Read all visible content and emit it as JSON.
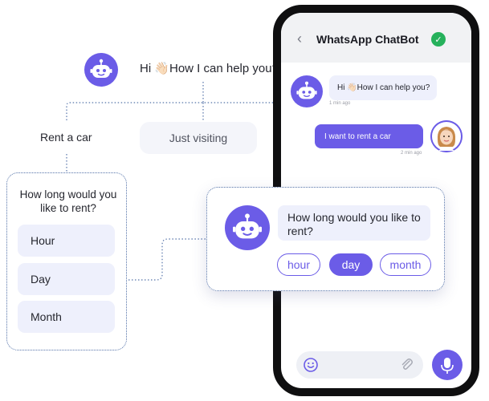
{
  "flow": {
    "greeting": "Hi 👋🏻How I can help you?",
    "rent_label": "Rent a car",
    "visiting_label": "Just visiting",
    "question": "How long would you like to rent?",
    "options": [
      "Hour",
      "Day",
      "Month"
    ]
  },
  "phone": {
    "title": "WhatsApp ChatBot",
    "back_icon": "chevron-left-icon",
    "verified_icon": "verified-check-icon",
    "bot_message": "Hi 👋🏻How I can help you?",
    "bot_time": "1 min ago",
    "user_message": "I want to rent a car",
    "user_time": "2 min ago",
    "question": "How long would you like to rent?",
    "quick_replies": [
      "hour",
      "day",
      "month"
    ],
    "selected_reply": "day",
    "input_icons": [
      "emoji-icon",
      "paperclip-icon",
      "microphone-icon"
    ]
  },
  "colors": {
    "accent": "#6b5ce7",
    "bubble": "#eef0fc",
    "verified": "#26b15b",
    "connector": "#5573a9"
  }
}
